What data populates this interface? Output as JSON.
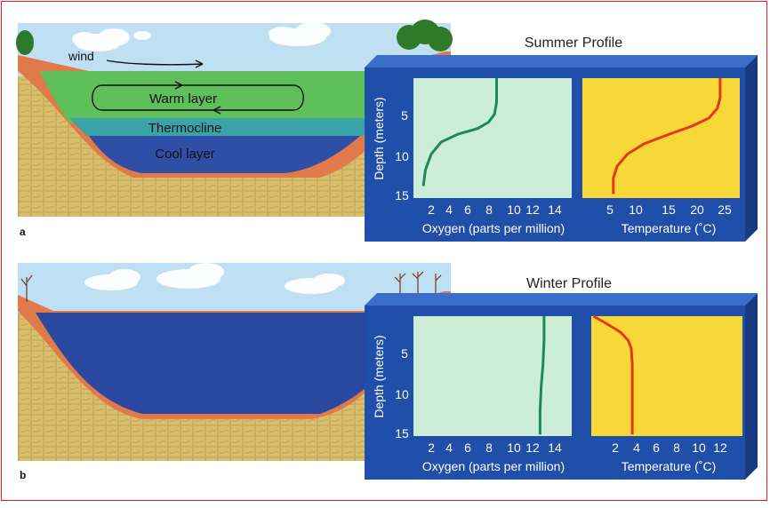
{
  "colors": {
    "sky": "#bfe0f2",
    "soil": "#d9bf6a",
    "rim": "#e07a4a",
    "warm_layer": "#5fbf5a",
    "thermocline": "#3aa3a8",
    "cool_layer": "#2f4fa6",
    "winter_water": "#2b48a0",
    "panel_blue": "#1f4fa8",
    "oxygen_bg": "#cdeed6",
    "temp_bg": "#f8d838",
    "oxygen_line": "#1a8a5a",
    "temp_line": "#e03a1a"
  },
  "summer": {
    "figure_letter": "a",
    "title": "Summer Profile",
    "lake_labels": {
      "wind": "wind",
      "warm": "Warm layer",
      "thermocline": "Thermocline",
      "cool": "Cool layer"
    },
    "depth_label": "Depth (meters)",
    "depth_ticks": [
      "5",
      "10",
      "15"
    ],
    "oxygen_label": "Oxygen (parts per million)",
    "oxygen_ticks": [
      "2",
      "4",
      "6",
      "8",
      "10",
      "12",
      "14"
    ],
    "temp_label": "Temperature (˚C)",
    "temp_ticks": [
      "5",
      "10",
      "15",
      "20",
      "25"
    ]
  },
  "winter": {
    "figure_letter": "b",
    "title": "Winter Profile",
    "depth_label": "Depth (meters)",
    "depth_ticks": [
      "5",
      "10",
      "15"
    ],
    "oxygen_label": "Oxygen (parts per million)",
    "oxygen_ticks": [
      "2",
      "4",
      "6",
      "8",
      "10",
      "12",
      "14"
    ],
    "temp_label": "Temperature (˚C)",
    "temp_ticks": [
      "2",
      "4",
      "6",
      "8",
      "10",
      "12"
    ]
  },
  "chart_data": [
    {
      "type": "line",
      "title": "Summer Profile",
      "xlabel": "Oxygen (parts per million)",
      "ylabel": "Depth (meters)",
      "xlim": [
        0,
        16
      ],
      "ylim": [
        15,
        0
      ],
      "series": [
        {
          "x": [
            8.4,
            8.4,
            8.2,
            7.6,
            6.5,
            4.5,
            2.8,
            1.8,
            1.2,
            1.0
          ],
          "y": [
            0,
            3,
            4.5,
            5.5,
            6.3,
            7.0,
            8.0,
            9.5,
            11.5,
            13.5
          ]
        }
      ]
    },
    {
      "type": "line",
      "title": "Summer Profile",
      "xlabel": "Temperature (˚C)",
      "ylabel": "Depth (meters)",
      "xlim": [
        0,
        28
      ],
      "ylim": [
        15,
        0
      ],
      "series": [
        {
          "x": [
            24.5,
            24.5,
            24,
            22.5,
            19.5,
            15.5,
            11,
            8,
            6.2,
            5.5,
            5.5
          ],
          "y": [
            0,
            2.5,
            3.8,
            5.0,
            6.0,
            7.0,
            8.2,
            9.5,
            11,
            12.5,
            14.5
          ]
        }
      ]
    },
    {
      "type": "line",
      "title": "Winter Profile",
      "xlabel": "Oxygen (parts per million)",
      "ylabel": "Depth (meters)",
      "xlim": [
        0,
        16
      ],
      "ylim": [
        15,
        0
      ],
      "series": [
        {
          "x": [
            13.2,
            13.2,
            13.1,
            12.9,
            12.8,
            12.8
          ],
          "y": [
            0,
            3,
            6,
            9,
            12,
            14.8
          ]
        }
      ]
    },
    {
      "type": "line",
      "title": "Winter Profile",
      "xlabel": "Temperature (˚C)",
      "ylabel": "Depth (meters)",
      "xlim": [
        0,
        14
      ],
      "ylim": [
        15,
        0
      ],
      "series": [
        {
          "x": [
            0.2,
            1.5,
            2.7,
            3.4,
            3.7,
            3.8,
            3.8
          ],
          "y": [
            0,
            1.0,
            2.0,
            3.0,
            4.0,
            6.0,
            14.8
          ]
        }
      ]
    }
  ]
}
